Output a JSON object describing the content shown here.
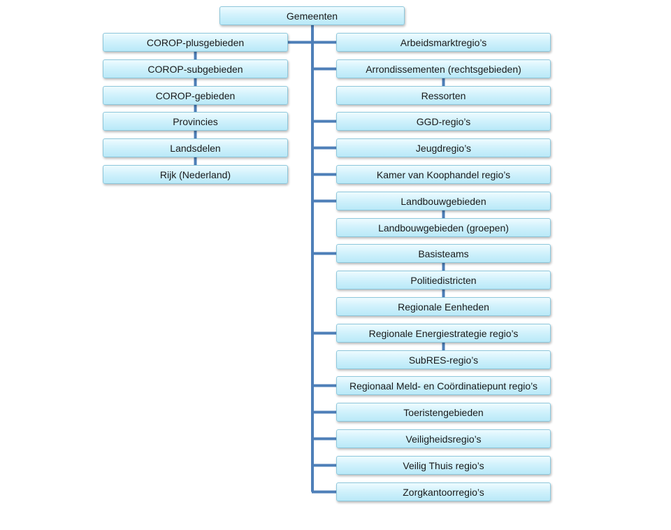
{
  "diagram": {
    "line_color": "#4e7fb8",
    "box_gradient": [
      "#eefbff",
      "#b9e9f8"
    ],
    "box_border": "#8ec8dc",
    "root": {
      "id": "root",
      "label": "Gemeenten"
    },
    "left_chain": [
      {
        "id": "corop-plus",
        "label": "COROP-plusgebieden"
      },
      {
        "id": "corop-sub",
        "label": "COROP-subgebieden"
      },
      {
        "id": "corop",
        "label": "COROP-gebieden"
      },
      {
        "id": "provincies",
        "label": "Provincies"
      },
      {
        "id": "landsdelen",
        "label": "Landsdelen"
      },
      {
        "id": "rijk",
        "label": "Rijk (Nederland)"
      }
    ],
    "right_nodes": [
      {
        "id": "arbeidsmarkt",
        "label": "Arbeidsmarktregio’s",
        "branch": true
      },
      {
        "id": "arrondissementen",
        "label": "Arrondissementen  (rechtsgebieden)",
        "branch": true
      },
      {
        "id": "ressorten",
        "label": "Ressorten",
        "branch": false
      },
      {
        "id": "ggd",
        "label": "GGD-regio’s",
        "branch": true
      },
      {
        "id": "jeugd",
        "label": "Jeugdregio’s",
        "branch": true
      },
      {
        "id": "kvk",
        "label": "Kamer  van Koophandel  regio’s",
        "branch": true
      },
      {
        "id": "landbouw",
        "label": "Landbouwgebieden",
        "branch": true
      },
      {
        "id": "landbouw-groepen",
        "label": "Landbouwgebieden  (groepen)",
        "branch": false
      },
      {
        "id": "basisteams",
        "label": "Basisteams",
        "branch": true
      },
      {
        "id": "politiedistricten",
        "label": "Politiedistricten",
        "branch": false
      },
      {
        "id": "regionale-eenheden",
        "label": "Regionale Eenheden",
        "branch": false
      },
      {
        "id": "res",
        "label": "Regionale Energiestrategie regio’s",
        "branch": true
      },
      {
        "id": "subres",
        "label": "SubRES-regio’s",
        "branch": false
      },
      {
        "id": "rmc",
        "label": "Regionaal Meld-  en Coördinatiepunt  regio’s",
        "branch": true
      },
      {
        "id": "toerisme",
        "label": "Toeristengebieden",
        "branch": true
      },
      {
        "id": "veiligheid",
        "label": "Veiligheidsregio’s",
        "branch": true
      },
      {
        "id": "veilig-thuis",
        "label": "Veilig Thuis regio’s",
        "branch": true
      },
      {
        "id": "zorgkantoor",
        "label": "Zorgkantoorregio’s",
        "branch": true
      }
    ]
  }
}
